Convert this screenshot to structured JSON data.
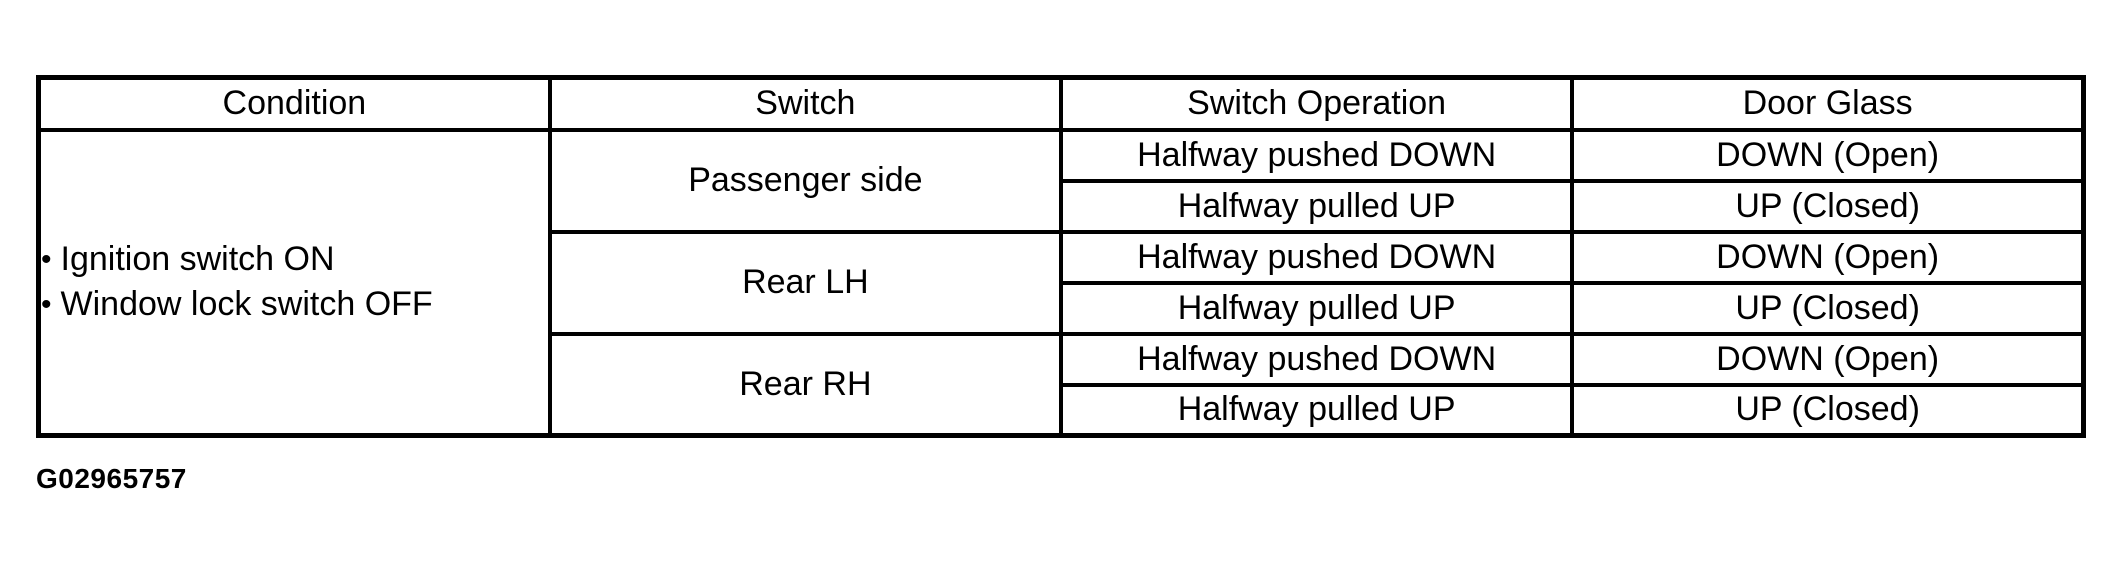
{
  "page": {
    "background_color": "#ffffff",
    "text_color": "#000000",
    "border_color": "#000000",
    "caption": "G02965757"
  },
  "table": {
    "headers": [
      "Condition",
      "Switch",
      "Switch Operation",
      "Door Glass"
    ],
    "condition": {
      "bullet": "•",
      "items": [
        "Ignition switch ON",
        "Window lock switch OFF"
      ]
    },
    "groups": [
      {
        "switch": "Passenger side",
        "rows": [
          {
            "operation": "Halfway pushed DOWN",
            "door_glass": "DOWN (Open)"
          },
          {
            "operation": "Halfway pulled UP",
            "door_glass": "UP (Closed)"
          }
        ]
      },
      {
        "switch": "Rear LH",
        "rows": [
          {
            "operation": "Halfway pushed DOWN",
            "door_glass": "DOWN (Open)"
          },
          {
            "operation": "Halfway pulled UP",
            "door_glass": "UP (Closed)"
          }
        ]
      },
      {
        "switch": "Rear RH",
        "rows": [
          {
            "operation": "Halfway pushed DOWN",
            "door_glass": "DOWN (Open)"
          },
          {
            "operation": "Halfway pulled UP",
            "door_glass": "UP (Closed)"
          }
        ]
      }
    ]
  }
}
